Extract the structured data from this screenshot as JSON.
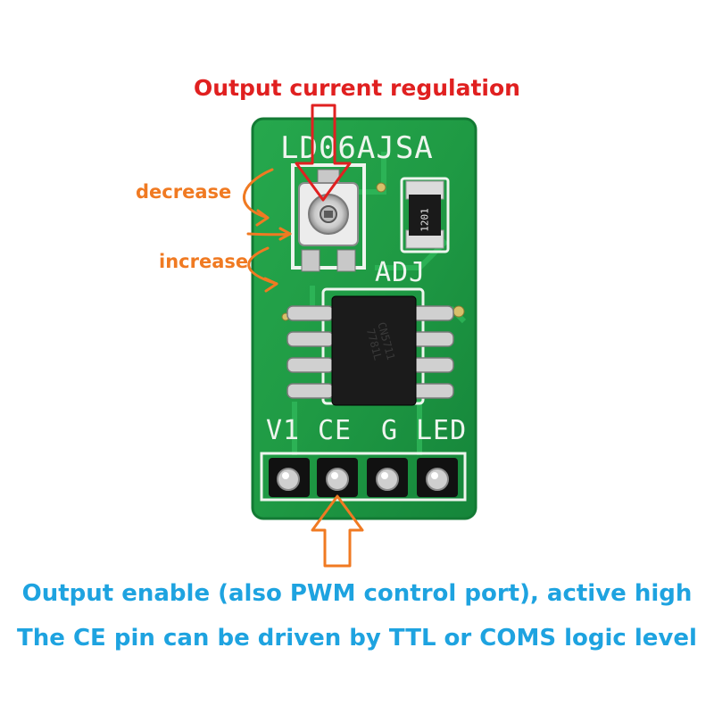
{
  "title": "Output current regulation",
  "labels": {
    "decrease": "decrease",
    "increase": "increase"
  },
  "board": {
    "model": "LD06AJSA",
    "adj_label": "ADJ",
    "resistor_code": "1201",
    "chip_marking": [
      "CN5711",
      "7781L"
    ],
    "pins": [
      "V1",
      "CE",
      "G",
      "LED"
    ]
  },
  "captions": {
    "line1": "Output enable (also PWM control port), active high",
    "line2": "The CE pin can be driven by TTL or COMS logic level"
  },
  "colors": {
    "title": "#e02020",
    "annotation": "#f07a22",
    "caption": "#1ea3e0",
    "pcb": "#1f9a44"
  }
}
